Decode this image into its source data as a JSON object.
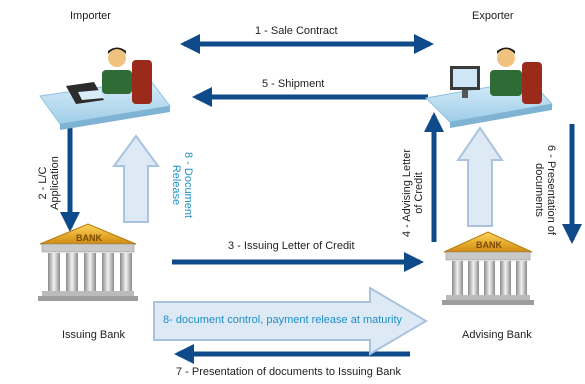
{
  "parties": {
    "importer": "Importer",
    "exporter": "Exporter",
    "issuing_bank": "Issuing Bank",
    "advising_bank": "Advising Bank",
    "bank_sign": "BANK"
  },
  "steps": {
    "s1": "1 - Sale Contract",
    "s2_line1": "2 - L/C",
    "s2_line2": "Application",
    "s3": "3 - Issuing Letter of Credit",
    "s4_line1": "4 - Advising Letter",
    "s4_line2": "of Credit",
    "s5": "5 - Shipment",
    "s6_line1": "6 - Presentation of",
    "s6_line2": "documents",
    "s7": "7 - Presentation of documents to Issuing Bank",
    "s8_left_line1": "8 - Document",
    "s8_left_line2": "Release",
    "s8_big": "8- document control, payment release at maturity"
  },
  "colors": {
    "arrow_dark": "#0e4a8a",
    "arrow_light_fill": "#dde9f5",
    "arrow_light_stroke": "#a9c3df",
    "accent_text": "#1f8fc9",
    "bank_gold": "#f0b020"
  }
}
